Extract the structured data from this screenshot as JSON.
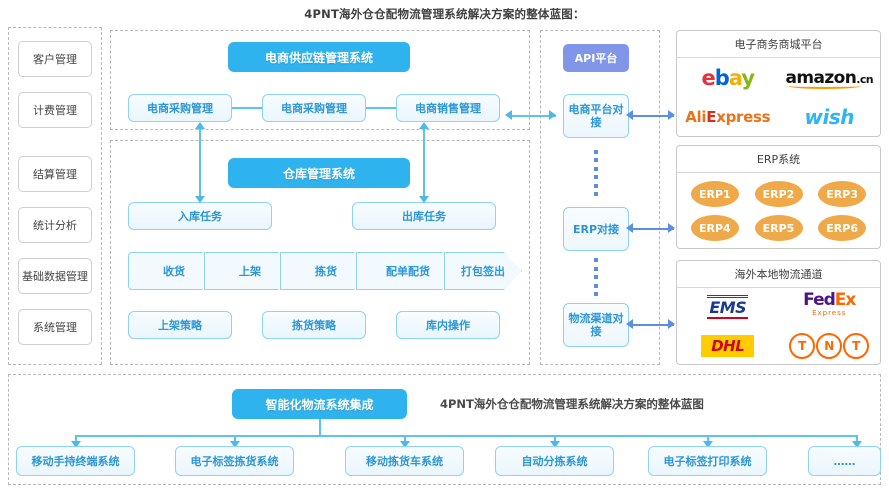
{
  "title": "4PNT海外仓仓配物流管理系统解决方案的整体蓝图：",
  "sidebar": {
    "items": [
      {
        "label": "客户管理"
      },
      {
        "label": "计费管理"
      },
      {
        "label": "结算管理"
      },
      {
        "label": "统计分析"
      },
      {
        "label": "基础数据管理"
      },
      {
        "label": "系统管理"
      }
    ]
  },
  "supply_chain": {
    "header": "电商供应链管理系统",
    "modules": [
      {
        "label": "电商采购管理"
      },
      {
        "label": "电商采购管理"
      },
      {
        "label": "电商销售管理"
      }
    ]
  },
  "warehouse": {
    "header": "仓库管理系统",
    "tasks": [
      {
        "label": "入库任务"
      },
      {
        "label": "出库任务"
      }
    ],
    "process": [
      {
        "label": "收货"
      },
      {
        "label": "上架"
      },
      {
        "label": "拣货"
      },
      {
        "label": "配单配货"
      },
      {
        "label": "打包签出"
      }
    ],
    "strategies": [
      {
        "label": "上架策略"
      },
      {
        "label": "拣货策略"
      },
      {
        "label": "库内操作"
      }
    ]
  },
  "api": {
    "header": "API平台",
    "connectors": [
      {
        "label": "电商平台对接"
      },
      {
        "label": "ERP对接"
      },
      {
        "label": "物流渠道对接"
      }
    ]
  },
  "right_panels": [
    {
      "title": "电子商务商城平台",
      "logos": [
        {
          "name": "ebay-logo",
          "text": "ebay"
        },
        {
          "name": "amazon-logo",
          "text": "amazon",
          "suffix": ".cn"
        },
        {
          "name": "aliexpress-logo",
          "text": "AliExpress"
        },
        {
          "name": "wish-logo",
          "text": "wish"
        }
      ]
    },
    {
      "title": "ERP系统",
      "items": [
        {
          "label": "ERP1"
        },
        {
          "label": "ERP2"
        },
        {
          "label": "ERP3"
        },
        {
          "label": "ERP4"
        },
        {
          "label": "ERP5"
        },
        {
          "label": "ERP6"
        }
      ]
    },
    {
      "title": "海外本地物流通道",
      "logos": [
        {
          "name": "ems-logo",
          "text": "EMS"
        },
        {
          "name": "fedex-logo",
          "text": "FedEx",
          "sub": "Express"
        },
        {
          "name": "dhl-logo",
          "text": "DHL"
        },
        {
          "name": "tnt-logo",
          "text": "TNT"
        }
      ]
    }
  ],
  "bottom": {
    "header": "智能化物流系统集成",
    "caption": "4PNT海外仓仓配物流管理系统解决方案的整体蓝图",
    "items": [
      {
        "label": "移动手持终端系统"
      },
      {
        "label": "电子标签拣货系统"
      },
      {
        "label": "移动拣货车系统"
      },
      {
        "label": "自动分拣系统"
      },
      {
        "label": "电子标签打印系统"
      },
      {
        "label": "……"
      }
    ]
  },
  "colors": {
    "header_blue": "#2fb3ef",
    "api_purple": "#8296e9",
    "box_border": "#8fd2f2",
    "box_text": "#2d97d4",
    "erp_orange": "#f0a948",
    "arrow_cyan": "#4fb8e8",
    "arrow_blue": "#5b8fe0"
  }
}
